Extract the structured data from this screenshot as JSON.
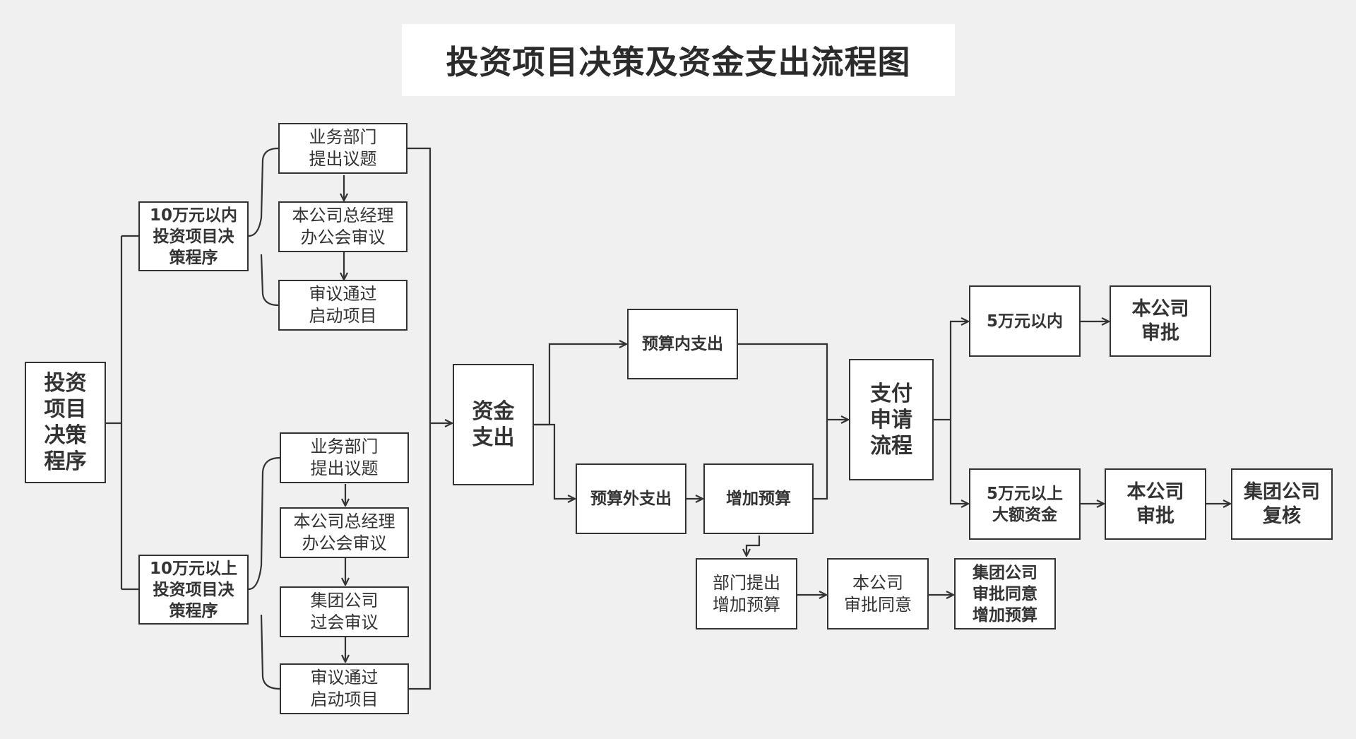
{
  "title": "投资项目决策及资金支出流程图",
  "nodes": {
    "root": "投资\n项目\n决策\n程序",
    "under10": "10万元以内\n投资项目决\n策程序",
    "over10": "10万元以上\n投资项目决\n策程序",
    "u_propose": "业务部门\n提出议题",
    "u_review": "本公司总经理\n办公会审议",
    "u_start": "审议通过\n启动项目",
    "o_propose": "业务部门\n提出议题",
    "o_review": "本公司总经理\n办公会审议",
    "o_group": "集团公司\n过会审议",
    "o_start": "审议通过\n启动项目",
    "funds": "资金\n支出",
    "in_budget": "预算内支出",
    "out_budget": "预算外支出",
    "add_budget": "增加预算",
    "dept_add": "部门提出\n增加预算",
    "co_approve_add": "本公司\n审批同意",
    "group_approve_add": "集团公司\n审批同意\n增加预算",
    "payment": "支付\n申请\n流程",
    "under5": "5万元以内",
    "over5": "5万元以上\n大额资金",
    "co_approve_small": "本公司\n审批",
    "co_approve_large": "本公司\n审批",
    "group_review": "集团公司\n复核"
  }
}
